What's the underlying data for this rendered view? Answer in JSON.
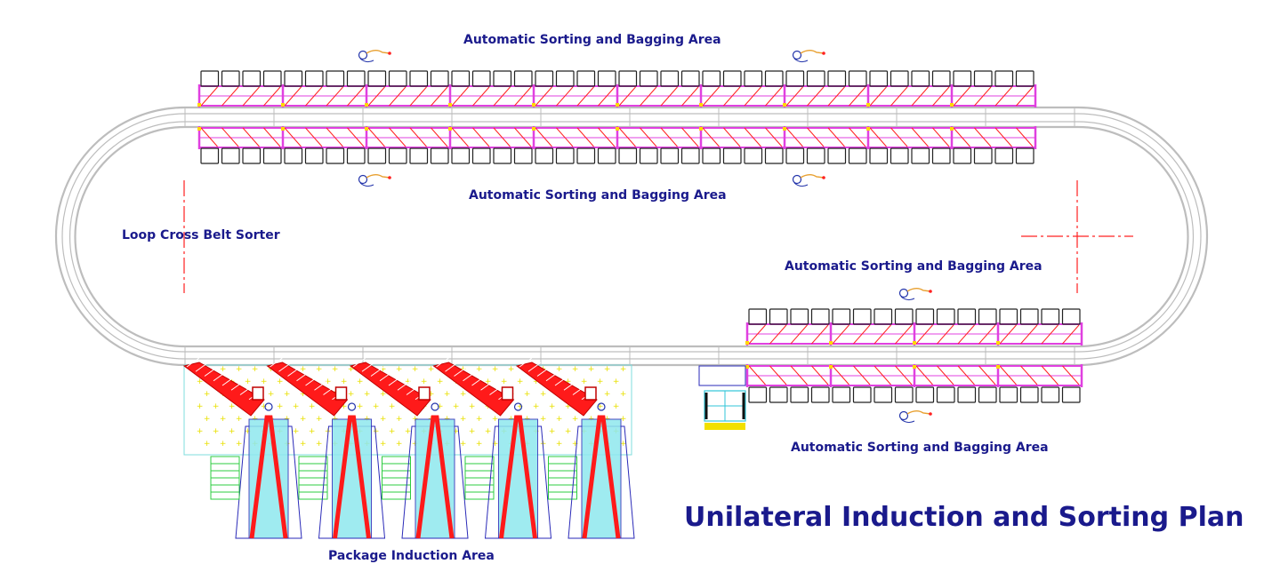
{
  "diagram": {
    "title": "Unilateral Induction and Sorting Plan",
    "labels": {
      "top_area": "Automatic Sorting and Bagging Area",
      "middle_area": "Automatic Sorting and Bagging Area",
      "right_upper_area": "Automatic Sorting and Bagging Area",
      "right_lower_area": "Automatic Sorting and Bagging Area",
      "sorter": "Loop Cross Belt Sorter",
      "induction_area": "Package Induction Area"
    },
    "colors": {
      "track": "#bdbdbd",
      "chute": "#e040e0",
      "bag_frame": "#222222",
      "chute_diag": "#ff2020",
      "marker": "#ffd800",
      "conveyor_fill": "#8fe8ee",
      "conveyor_edge": "#2a2ab8",
      "induction_belt": "#ff1a1a",
      "induction_zone": "#7fdcdc",
      "stair": "#2ecc40",
      "label": "#1a1a8c"
    },
    "counts": {
      "bag_slots_top_row": 40,
      "bag_slots_right_row": 16,
      "induction_stations": 5
    }
  }
}
